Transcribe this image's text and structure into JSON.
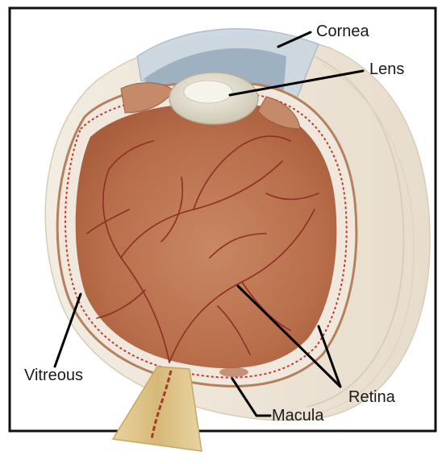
{
  "labels": {
    "cornea": "Cornea",
    "lens": "Lens",
    "vitreous": "Vitreous",
    "retina": "Retina",
    "macula": "Macula"
  },
  "colors": {
    "border": "#111111",
    "leader_line": "#000000",
    "vitreous_fill": "#c27a55",
    "sclera": "#efe6da",
    "cornea_tint": "#c9d6e0",
    "vessels": "#8e2f22",
    "lens_fill": "#e9e4d6",
    "optic_nerve": "#ddc48b"
  }
}
